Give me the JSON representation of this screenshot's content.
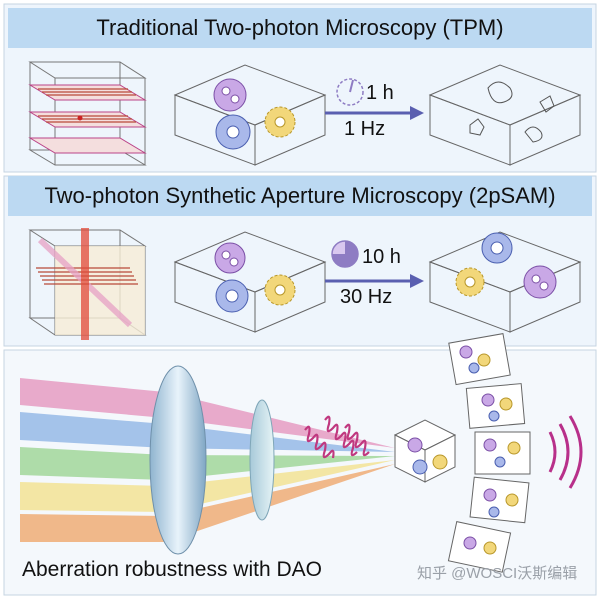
{
  "panels": {
    "tpm": {
      "title": "Traditional Two-photon Microscopy (TPM)",
      "duration": "1 h",
      "rate": "1 Hz"
    },
    "2psam": {
      "title": "Two-photon Synthetic Aperture Microscopy (2pSAM)",
      "duration": "10 h",
      "rate": "30 Hz"
    },
    "dao": {
      "title": "Aberration robustness with DAO"
    }
  },
  "watermark": "知乎 @WOSCI沃斯编辑",
  "colors": {
    "banner": "#bcd9f2",
    "panel_bg": "#eef5fc",
    "arrow": "#5a5fb0",
    "clock": "#8e7cc3",
    "scan_lines": "#b94a3a",
    "cell_purple": "#c9a8e6",
    "cell_blue": "#a9b8ea",
    "cell_yellow": "#f2d77a",
    "wave": "#b8308a",
    "beams": [
      "#e7a1c5",
      "#9bbde8",
      "#a6d8a0",
      "#f3e39a",
      "#efb07d"
    ]
  }
}
